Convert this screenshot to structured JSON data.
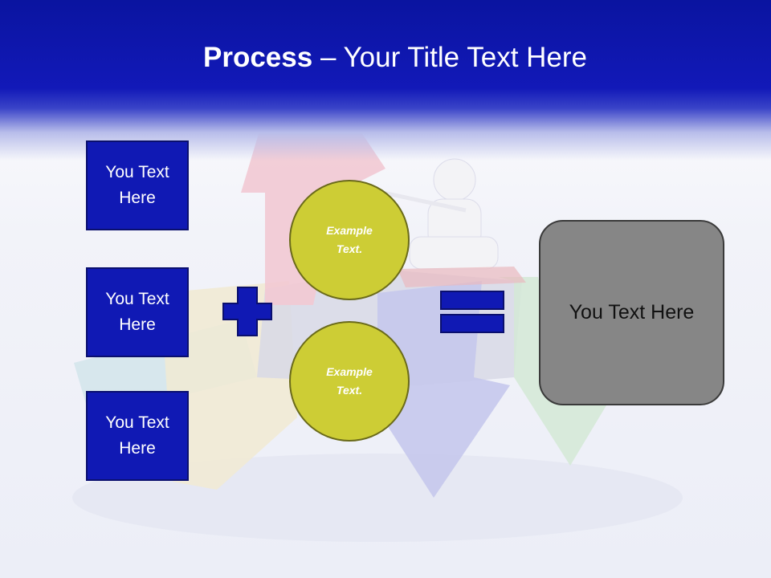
{
  "header": {
    "title_bold": "Process",
    "title_rest": " – Your Title Text Here"
  },
  "inputs": [
    {
      "label": "You Text Here"
    },
    {
      "label": "You Text Here"
    },
    {
      "label": "You Text Here"
    }
  ],
  "circles": [
    {
      "label": "Example Text."
    },
    {
      "label": "Example Text."
    }
  ],
  "result": {
    "label": "You Text Here"
  },
  "icons": [
    "plus-icon",
    "equals-icon"
  ],
  "colors": {
    "header_blue": "#1219b8",
    "box_blue": "#1019b4",
    "circle_yellow": "#cdcd35",
    "result_gray": "#868686"
  }
}
